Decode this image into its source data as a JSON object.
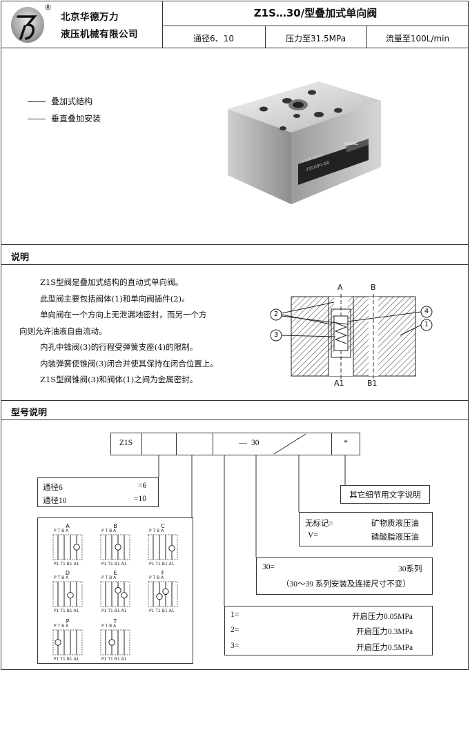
{
  "header": {
    "company_line1": "北京华德万力",
    "company_line2": "液压机械有限公司",
    "registered_mark": "®",
    "title": "Z1S…30/型叠加式单向阀",
    "spec_size": "通径6、10",
    "spec_pressure": "压力至31.5MPa",
    "spec_flow": "流量至100L/min"
  },
  "features": {
    "item1": "叠加式结构",
    "item2": "垂直叠加安装"
  },
  "product_label": {
    "brand": "HDWL",
    "line1": "610648308",
    "line2": "Z1S10P1-30/"
  },
  "description": {
    "section_title": "说明",
    "p1": "Z1S型阀是叠加式结构的直动式单向阀。",
    "p2": "此型阀主要包括阀体(1)和单向阀插件(2)。",
    "p3a": "单向阀在一个方向上无泄漏地密封，而另一个方",
    "p3b": "向则允许油液自由流动。",
    "p4": "内孔中锥阀(3)的行程受弹簧支座(4)的限制。",
    "p5": "内装弹簧使锥阀(3)闭合并使其保持在闭合位置上。",
    "p6": "Z1S型阀锥阀(3)和阀体(1)之间为金属密封。"
  },
  "section_diagram": {
    "label_a": "A",
    "label_b": "B",
    "label_a1": "A1",
    "label_b1": "B1",
    "callout_1": "1",
    "callout_2": "2",
    "callout_3": "3",
    "callout_4": "4"
  },
  "model": {
    "section_title": "型号说明",
    "code_prefix": "Z1S",
    "code_dash": "—",
    "code_series": "30",
    "code_star": "*",
    "size_label_6": "通径6",
    "size_value_6": "=6",
    "size_label_10": "通径10",
    "size_value_10": "=10",
    "other_details": "其它细节用文字说明",
    "fluid_none_label": "无标记=",
    "fluid_none_value": "矿物质液压油",
    "fluid_v_label": "V=",
    "fluid_v_value": "磷酸脂液压油",
    "series_label": "30=",
    "series_value": "30系列",
    "series_note": "（30～39 系列安装及连接尺寸不变）",
    "pressure_1_label": "1=",
    "pressure_1_value": "开启压力0.05MPa",
    "pressure_2_label": "2=",
    "pressure_2_value": "开启压力0.3MPa",
    "pressure_3_label": "3=",
    "pressure_3_value": "开启压力0.5MPa"
  },
  "symbols": {
    "ports_top": "P T B A",
    "ports_bottom": "P1 T1 B1 A1",
    "items": [
      {
        "letter": "A"
      },
      {
        "letter": "B"
      },
      {
        "letter": "C"
      },
      {
        "letter": "D"
      },
      {
        "letter": "E"
      },
      {
        "letter": "F"
      },
      {
        "letter": "P"
      },
      {
        "letter": "T"
      }
    ]
  }
}
